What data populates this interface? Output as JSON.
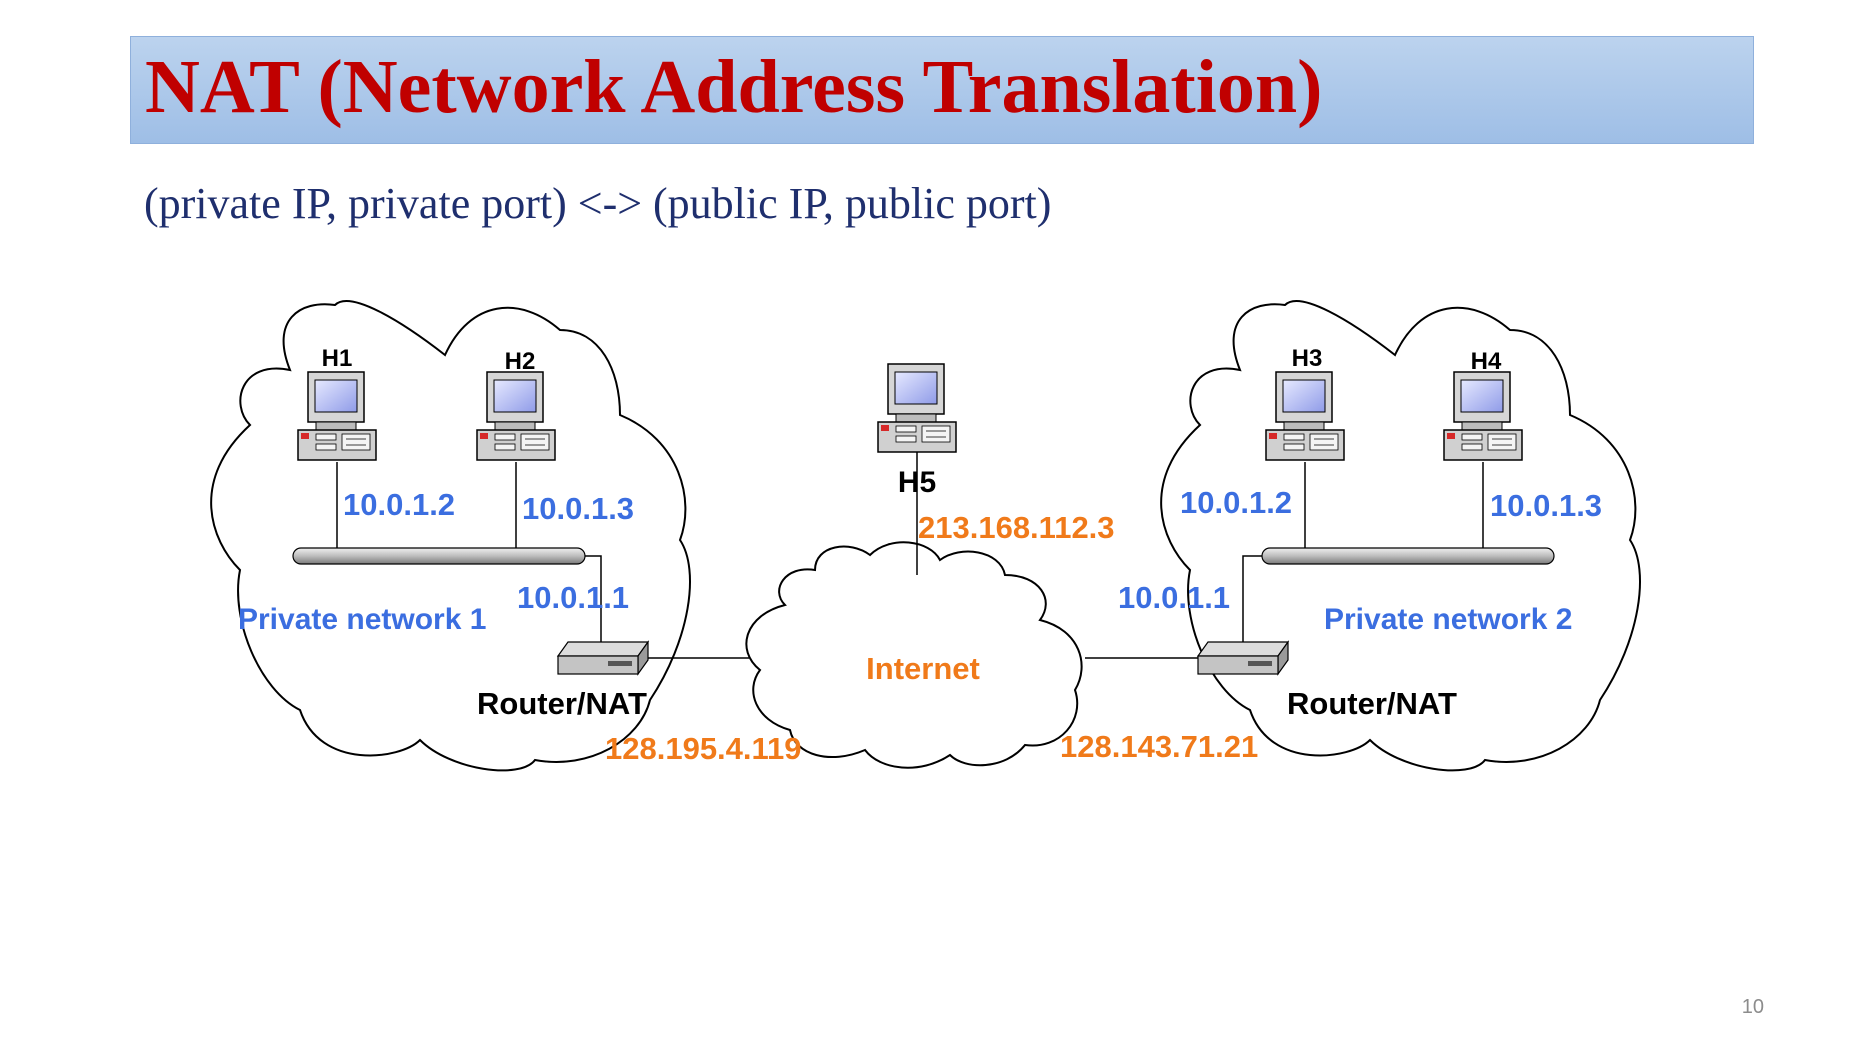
{
  "slide": {
    "title": "NAT (Network Address Translation)",
    "subtitle": "(private IP, private port) <-> (public IP, public port)",
    "page_number": "10"
  },
  "colors": {
    "title": "#c00000",
    "title_bar": "#a9c6ea",
    "private_label": "#3b6ee0",
    "public_label": "#f07a1a",
    "subtitle": "#1f2f6e"
  },
  "diagram": {
    "internet": {
      "label": "Internet",
      "h5_name": "H5",
      "h5_ip": "213.168.112.3"
    },
    "network1": {
      "name": "Private network 1",
      "hosts": [
        {
          "name": "H1",
          "ip": "10.0.1.2"
        },
        {
          "name": "H2",
          "ip": "10.0.1.3"
        }
      ],
      "router_label": "Router/NAT",
      "router_private_ip": "10.0.1.1",
      "router_public_ip": "128.195.4.119"
    },
    "network2": {
      "name": "Private network 2",
      "hosts": [
        {
          "name": "H3",
          "ip": "10.0.1.2"
        },
        {
          "name": "H4",
          "ip": "10.0.1.3"
        }
      ],
      "router_label": "Router/NAT",
      "router_private_ip": "10.0.1.1",
      "router_public_ip": "128.143.71.21"
    }
  }
}
